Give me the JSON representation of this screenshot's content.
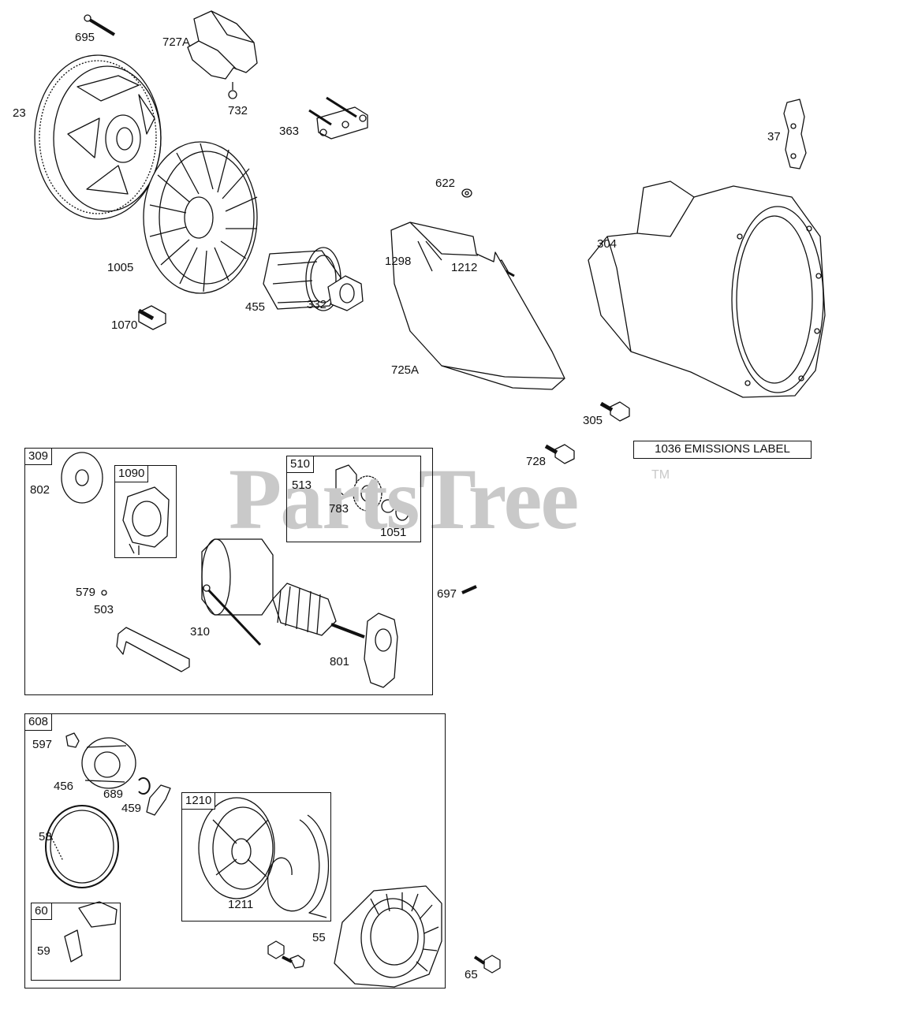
{
  "watermark": {
    "brand": "PartsTree",
    "trademark": "TM"
  },
  "emissions_label": "1036 EMISSIONS LABEL",
  "groups": [
    {
      "id": "309",
      "label": "309"
    },
    {
      "id": "1090",
      "label": "1090"
    },
    {
      "id": "510",
      "label": "510"
    },
    {
      "id": "608",
      "label": "608"
    },
    {
      "id": "1210",
      "label": "1210"
    },
    {
      "id": "60",
      "label": "60"
    }
  ],
  "parts": [
    "695",
    "727A",
    "23",
    "732",
    "363",
    "37",
    "622",
    "304",
    "1005",
    "1298",
    "1212",
    "455",
    "332",
    "1070",
    "725A",
    "305",
    "728",
    "802",
    "513",
    "783",
    "1051",
    "579",
    "697",
    "503",
    "310",
    "801",
    "597",
    "456",
    "689",
    "459",
    "58",
    "1211",
    "59",
    "55",
    "65"
  ],
  "colors": {
    "line": "#111111",
    "watermark": "#c9c9c9",
    "background": "#ffffff"
  }
}
